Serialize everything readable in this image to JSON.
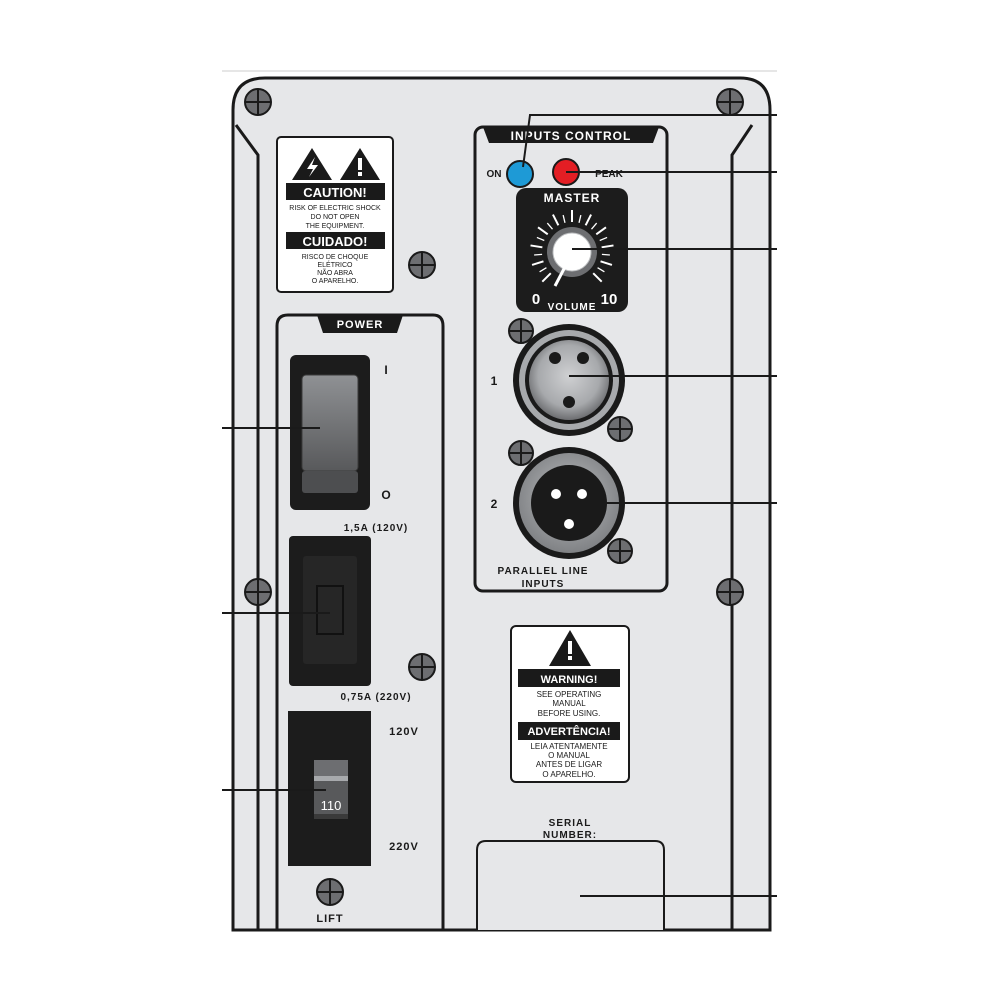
{
  "colors": {
    "panel": "#e6e7e9",
    "outline": "#1a1a1a",
    "led_on": "#1e9ad6",
    "led_peak": "#e31e24",
    "dark_block": "#1c1c1c"
  },
  "caution_label": {
    "heading_en": "CAUTION!",
    "line1": "RISK OF ELECTRIC SHOCK",
    "line2": "DO NOT OPEN",
    "line3": "THE EQUIPMENT.",
    "heading_pt": "CUIDADO!",
    "pt_line1": "RISCO DE CHOQUE",
    "pt_line2": "ELÉTRICO",
    "pt_line3": "NÃO ABRA",
    "pt_line4": "O APARELHO."
  },
  "power": {
    "title": "POWER",
    "switch_on": "I",
    "switch_off": "O",
    "fuse_120": "1,5A (120V)",
    "fuse_220": "0,75A (220V)",
    "voltage_high": "120V",
    "voltage_low": "220V",
    "selector_value": "110",
    "lift": "LIFT"
  },
  "inputs_control": {
    "title": "INPUTS CONTROL",
    "on_label": "ON",
    "peak_label": "PEAK",
    "master_label": "MASTER",
    "volume_label": "VOLUME",
    "volume_min": "0",
    "volume_max": "10",
    "input1_label": "1",
    "input2_label": "2",
    "parallel_line1": "PARALLEL LINE",
    "parallel_line2": "INPUTS"
  },
  "warning_label": {
    "heading_en": "WARNING!",
    "line1": "SEE OPERATING",
    "line2": "MANUAL",
    "line3": "BEFORE USING.",
    "heading_pt": "ADVERTÊNCIA!",
    "pt_line1": "LEIA ATENTAMENTE",
    "pt_line2": "O MANUAL",
    "pt_line3": "ANTES DE LIGAR",
    "pt_line4": "O APARELHO."
  },
  "serial": {
    "line1": "SERIAL",
    "line2": "NUMBER:"
  }
}
